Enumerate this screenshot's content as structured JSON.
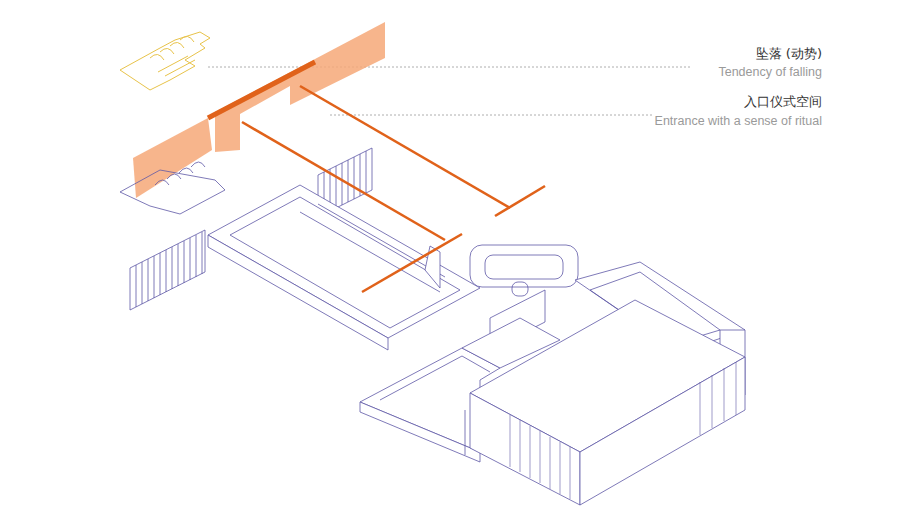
{
  "diagram": {
    "labels": [
      "坠落 (动势)",
      "Tendency of falling",
      "入口仪式空间",
      "Entrance with a sense of ritual"
    ]
  }
}
